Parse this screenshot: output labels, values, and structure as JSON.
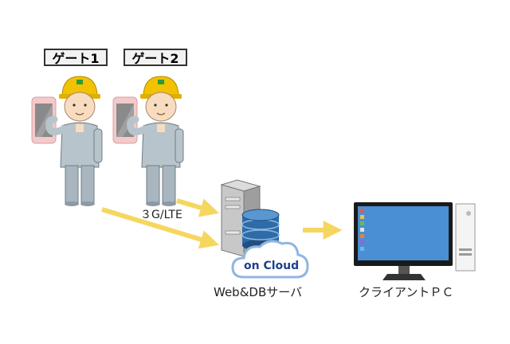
{
  "gates": [
    {
      "label": "ゲート1"
    },
    {
      "label": "ゲート2"
    }
  ],
  "network_label": "３G/LTE",
  "server": {
    "cloud_label": "on Cloud",
    "caption": "Web&DBサーバ"
  },
  "client": {
    "caption": "クライアントＰＣ"
  },
  "colors": {
    "arrow": "#f5d760",
    "helmet": "#f2c200",
    "uniform": "#b8c4cc",
    "uniform_dark": "#8c9aa3",
    "skin": "#f8dcc0",
    "phone_frame": "#f3c9c9",
    "phone_screen": "#8a8a8a",
    "db_blue": "#2e6ca8",
    "monitor_screen": "#4a8fd3",
    "cloud_text": "#1f3f8f"
  }
}
